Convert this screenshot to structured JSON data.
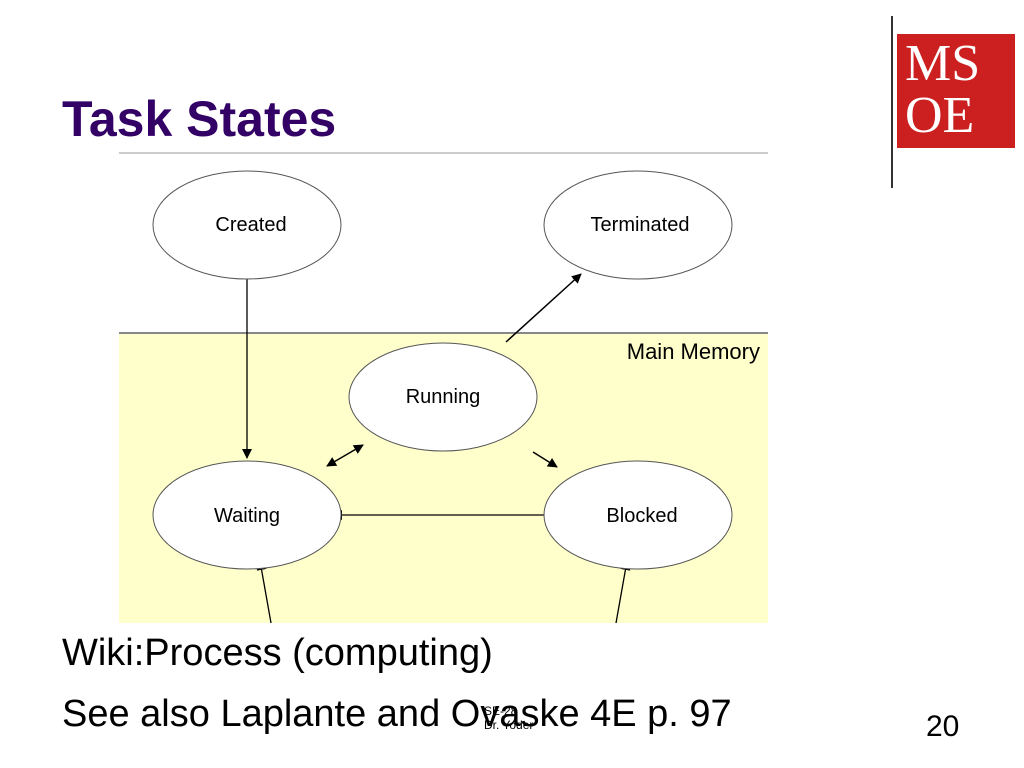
{
  "slide": {
    "title": "Task States",
    "page_number": "20",
    "footer_course": "SE-28",
    "footer_author": "Dr. Yoder",
    "body_lines": [
      "Wiki:Process (computing)",
      "See also Laplante and Ovaske 4E p. 97"
    ]
  },
  "logo": {
    "text_top": "MS",
    "text_bottom": "OE",
    "color": "#cc1f1f"
  },
  "diagram": {
    "region_label": "Main Memory",
    "region_color": "#ffffcc",
    "states": [
      {
        "id": "created",
        "label": "Created"
      },
      {
        "id": "terminated",
        "label": "Terminated"
      },
      {
        "id": "running",
        "label": "Running"
      },
      {
        "id": "waiting",
        "label": "Waiting"
      },
      {
        "id": "blocked",
        "label": "Blocked"
      }
    ],
    "transitions": [
      {
        "from": "created",
        "to": "waiting"
      },
      {
        "from": "running",
        "to": "terminated"
      },
      {
        "from": "running",
        "to": "waiting",
        "bidirectional": true
      },
      {
        "from": "running",
        "to": "blocked"
      },
      {
        "from": "blocked",
        "to": "waiting"
      },
      {
        "from": "external",
        "to": "waiting"
      },
      {
        "from": "external",
        "to": "blocked"
      }
    ]
  }
}
